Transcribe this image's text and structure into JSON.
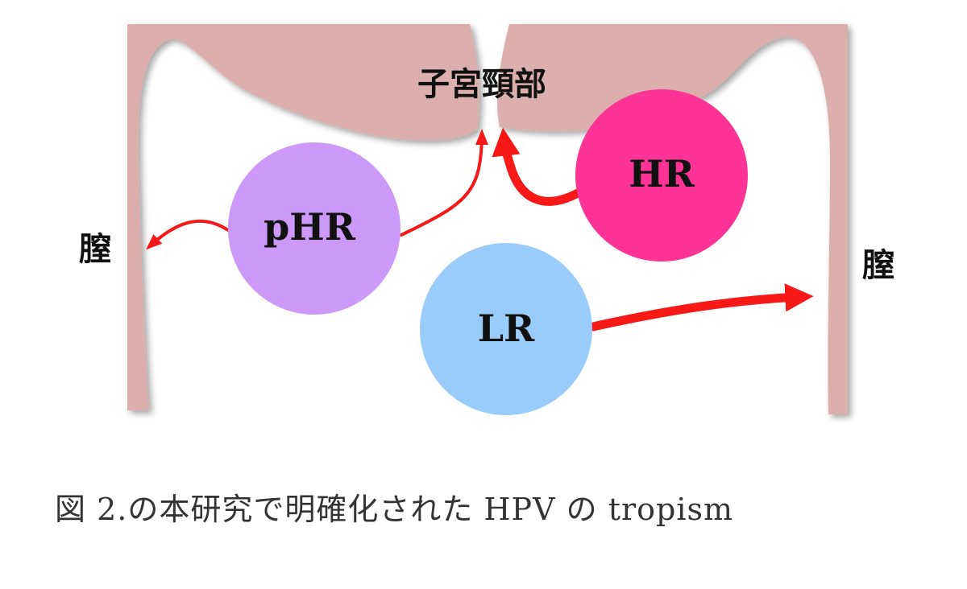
{
  "labels": {
    "cervix": "子宮頸部",
    "vagina_left": "膣",
    "vagina_right": "膣"
  },
  "nodes": {
    "phr": "pHR",
    "hr": "HR",
    "lr": "LR"
  },
  "caption": "図 2.の本研究で明確化された HPV の tropism",
  "colors": {
    "tissue": "#dcafac",
    "phr": "#cc99f9",
    "hr": "#fd3396",
    "lr": "#99ccfb",
    "arrow": "#f71818"
  }
}
